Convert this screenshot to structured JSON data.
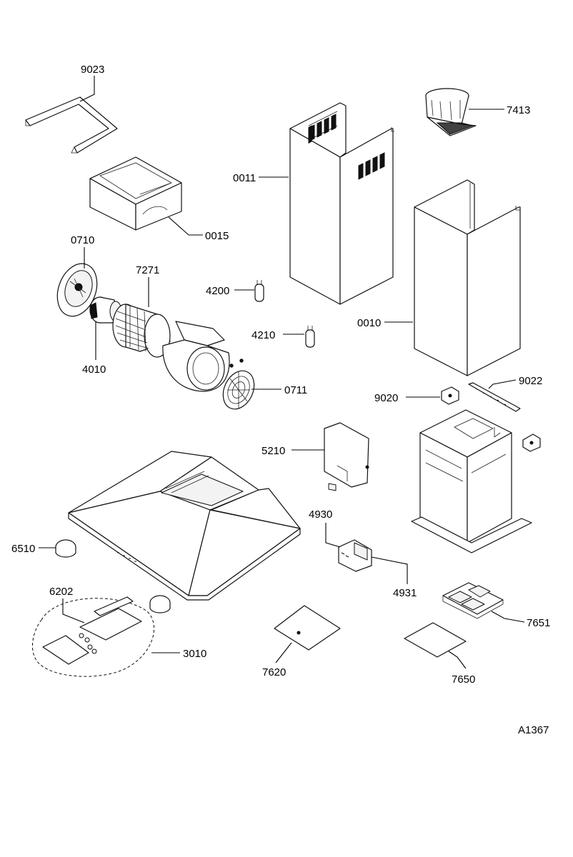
{
  "drawing_code": "A1367",
  "callouts": {
    "p9023": "9023",
    "p7413": "7413",
    "p0011": "0011",
    "p0015": "0015",
    "p0710": "0710",
    "p7271": "7271",
    "p4200": "4200",
    "p0010": "0010",
    "p4010": "4010",
    "p4210": "4210",
    "p0711": "0711",
    "p9022": "9022",
    "p9020": "9020",
    "p5210": "5210",
    "p4930": "4930",
    "p6510": "6510",
    "p4931": "4931",
    "p6202": "6202",
    "p7651": "7651",
    "p3010": "3010",
    "p7620": "7620",
    "p7650": "7650"
  }
}
